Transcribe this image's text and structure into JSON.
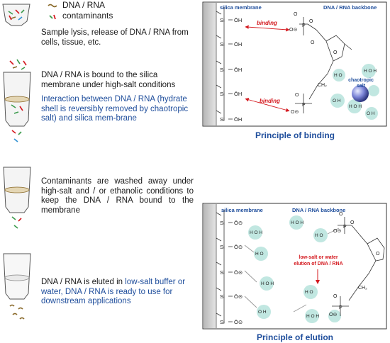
{
  "legend": {
    "dna_rna": "DNA / RNA",
    "contaminants": "contaminants"
  },
  "steps": [
    {
      "text": "Sample lysis, release of DNA / RNA from cells, tissue, etc."
    },
    {
      "text": "DNA / RNA is bound to the silica membrane under high-salt conditions",
      "note": "Interaction between DNA / RNA (hydrate shell is reversibly removed by chaotropic salt) and silica mem-brane"
    },
    {
      "text": "Contaminants are washed away under high-salt and / or ethanolic conditions to keep the DNA / RNA bound to the membrane"
    },
    {
      "text_plain": "DNA / RNA is eluted in ",
      "text_blue": "low-salt buffer or water, DNA / RNA is ready to use for downstream applications"
    }
  ],
  "binding_panel": {
    "membrane_label": "silica membrane",
    "backbone_label": "DNA / RNA backbone",
    "binding_label_1": "binding",
    "binding_label_2": "binding",
    "salt_label_1": "chaotropic",
    "salt_label_2": "salt",
    "caption": "Principle of binding"
  },
  "elution_panel": {
    "membrane_label": "silica membrane",
    "backbone_label": "DNA / RNA backbone",
    "elution_label_1": "low-salt or water",
    "elution_label_2": "elution of DNA / RNA",
    "caption": "Principle of elution"
  },
  "colors": {
    "accent_blue": "#1f4e9c",
    "red": "#d4181e",
    "water_glow": "#b7e3dc",
    "membrane_gray": "#c9c9c9"
  }
}
